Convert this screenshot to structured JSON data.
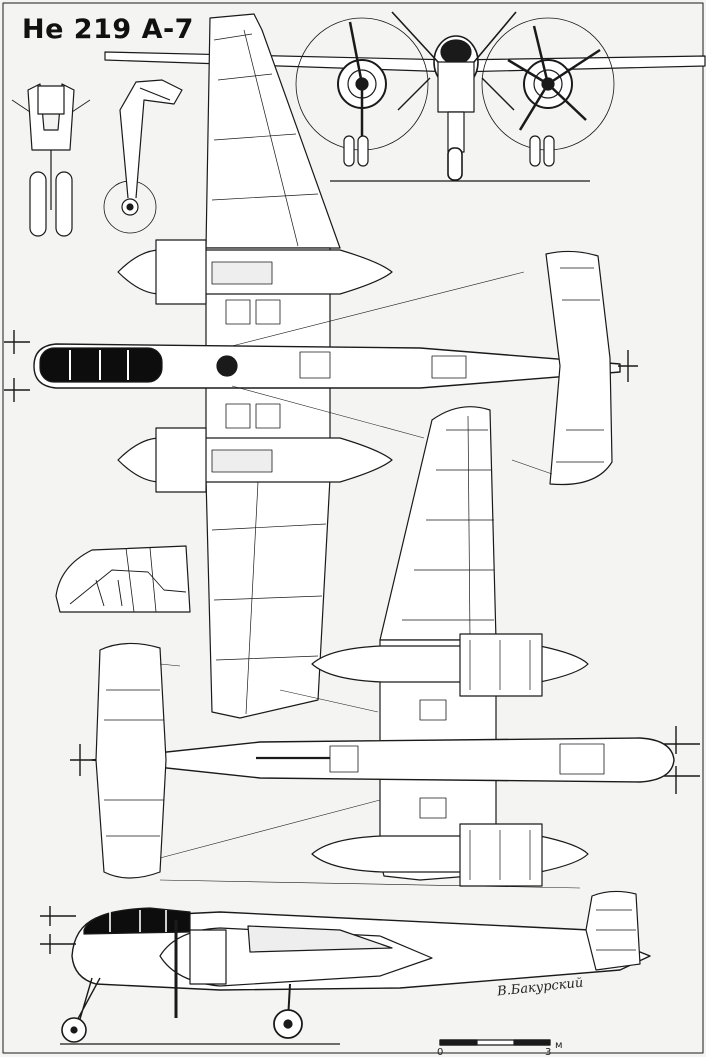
{
  "title": "He 219 A-7",
  "signature": "В.Бакурский",
  "scale": {
    "unit": "м",
    "start": "0",
    "end": "3"
  },
  "colors": {
    "ink": "#1a1a1a",
    "paper": "#f4f4f2",
    "panel": "#e6e6e4",
    "glass": "#0d0d0d"
  }
}
